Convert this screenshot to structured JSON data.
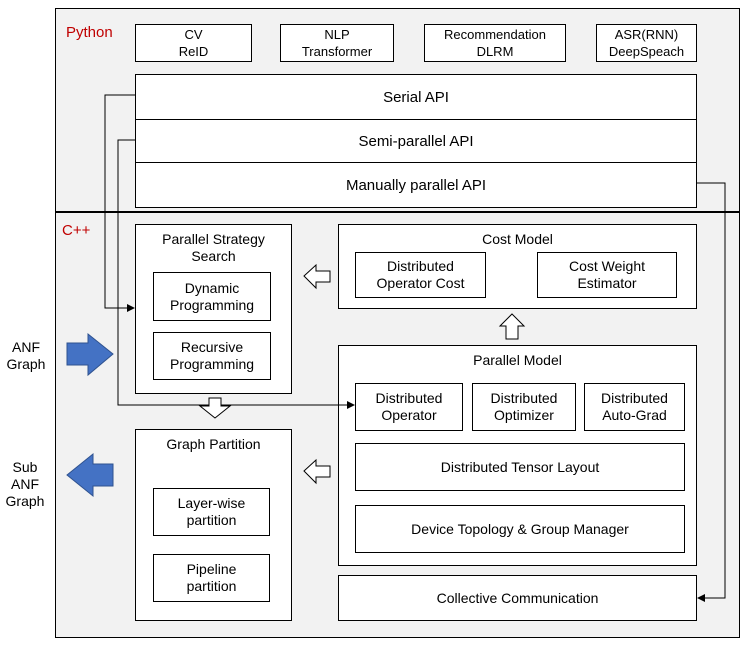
{
  "python": {
    "label": "Python",
    "models": [
      "CV\nReID",
      "NLP\nTransformer",
      "Recommendation\nDLRM",
      "ASR(RNN)\nDeepSpeach"
    ],
    "apis": [
      "Serial API",
      "Semi-parallel API",
      "Manually parallel API"
    ]
  },
  "cpp": {
    "label": "C++",
    "strategy": {
      "title": "Parallel Strategy\nSearch",
      "items": [
        "Dynamic\nProgramming",
        "Recursive\nProgramming"
      ]
    },
    "cost_model": {
      "title": "Cost Model",
      "items": [
        "Distributed\nOperator Cost",
        "Cost Weight\nEstimator"
      ]
    },
    "parallel_model": {
      "title": "Parallel Model",
      "items": [
        "Distributed\nOperator",
        "Distributed\nOptimizer",
        "Distributed\nAuto-Grad"
      ],
      "tensor_layout": "Distributed Tensor Layout",
      "device_topology": "Device Topology & Group Manager"
    },
    "graph_partition": {
      "title": "Graph Partition",
      "items": [
        "Layer-wise\npartition",
        "Pipeline\npartition"
      ]
    },
    "collective": "Collective Communication"
  },
  "side": {
    "input": "ANF\nGraph",
    "output": "Sub\nANF\nGraph"
  },
  "colors": {
    "frame": "#f2f2f2",
    "accent_label": "#c00000",
    "blue_arrow": "#4472c4"
  }
}
